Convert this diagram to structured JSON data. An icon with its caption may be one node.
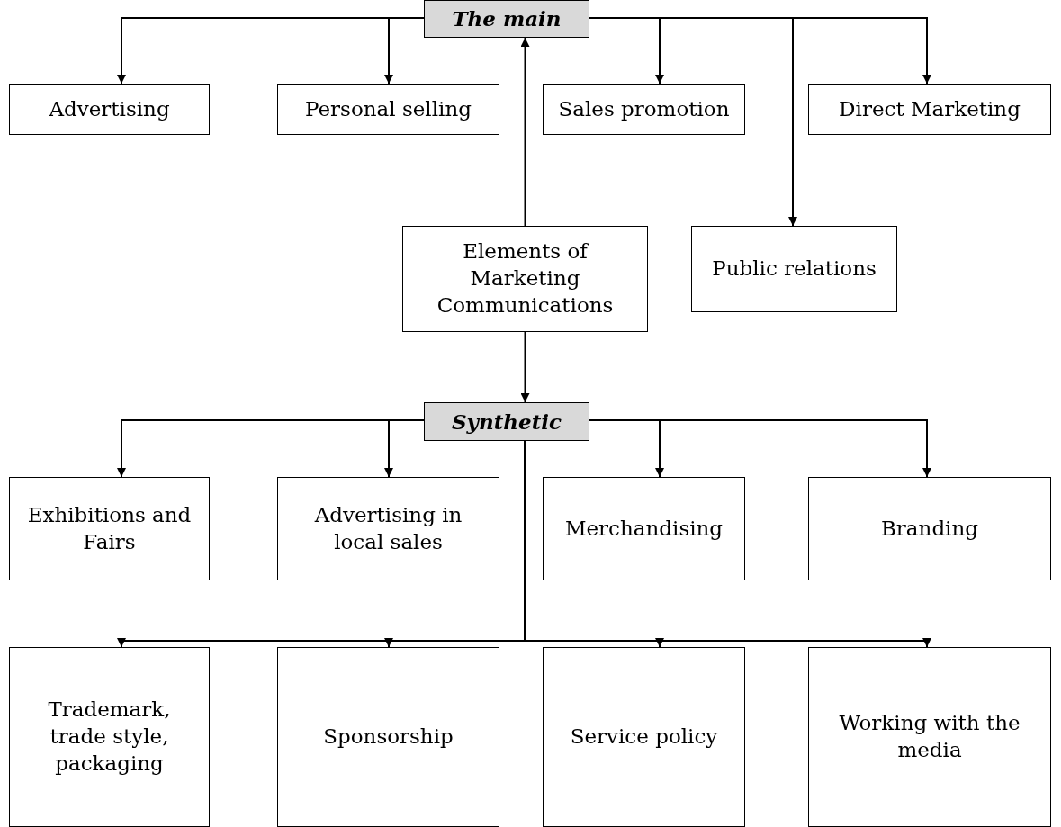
{
  "diagram": {
    "nodes": [
      {
        "text": [
          "The main"
        ]
      },
      {
        "text": [
          "Advertising"
        ]
      },
      {
        "text": [
          "Personal selling"
        ]
      },
      {
        "text": [
          "Sales promotion"
        ]
      },
      {
        "text": [
          "Direct Marketing"
        ]
      },
      {
        "text": [
          "Elements of Marketing Communications"
        ]
      },
      {
        "text": [
          "Public relations"
        ]
      },
      {
        "text": [
          "Synthetic"
        ]
      },
      {
        "text": [
          "Exhibitions and Fairs"
        ]
      },
      {
        "text": [
          "Advertising in local sales"
        ]
      },
      {
        "text": [
          "Merchandising"
        ]
      },
      {
        "text": [
          "Branding"
        ]
      },
      {
        "text": [
          "Trademark, trade style, packaging"
        ]
      },
      {
        "text": [
          "Sponsorship"
        ]
      },
      {
        "text": [
          "Service policy"
        ]
      },
      {
        "text": [
          "Working with the media"
        ]
      }
    ],
    "edges": [
      {
        "from": 0,
        "to": 1,
        "arrow": "to"
      },
      {
        "from": 0,
        "to": 2,
        "arrow": "to"
      },
      {
        "from": 0,
        "to": 3,
        "arrow": "to"
      },
      {
        "from": 0,
        "to": 6,
        "arrow": "to"
      },
      {
        "from": 0,
        "to": 4,
        "arrow": "to"
      },
      {
        "from": 5,
        "to": 0,
        "arrow": "to"
      },
      {
        "from": 5,
        "to": 7,
        "arrow": "to"
      },
      {
        "from": 7,
        "to": 8,
        "arrow": "to"
      },
      {
        "from": 7,
        "to": 9,
        "arrow": "to"
      },
      {
        "from": 7,
        "to": 10,
        "arrow": "to"
      },
      {
        "from": 7,
        "to": 11,
        "arrow": "to"
      },
      {
        "from": 7,
        "to": 12,
        "arrow": "to"
      },
      {
        "from": 7,
        "to": 13,
        "arrow": "to"
      },
      {
        "from": 7,
        "to": 14,
        "arrow": "to"
      },
      {
        "from": 7,
        "to": 15,
        "arrow": "to"
      }
    ]
  }
}
